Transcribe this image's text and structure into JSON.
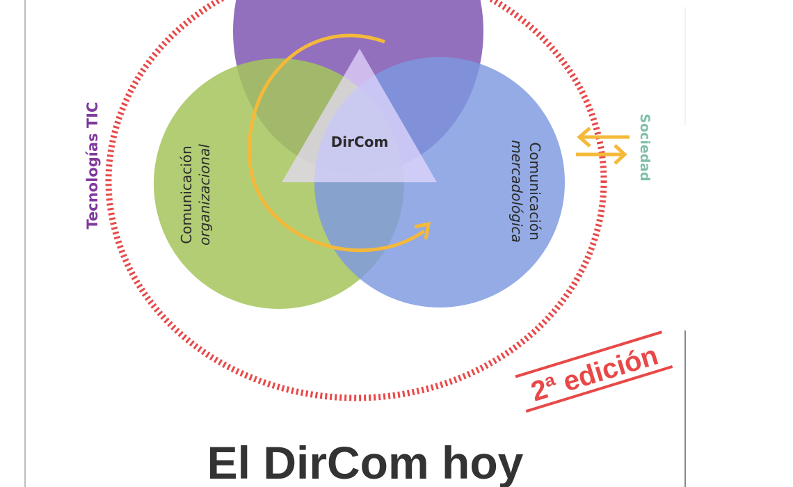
{
  "cover": {
    "title": "El DirCom hoy",
    "edition": "2ª edición",
    "center_label": "DirCom",
    "left_circle": {
      "line1": "Comunicación",
      "line2": "organizacional"
    },
    "right_circle": {
      "line1": "Comunicación",
      "line2": "mercadológica"
    },
    "left_side_label": "Tecnologías TIC",
    "right_side_label": "Sociedad"
  },
  "colors": {
    "purple": "#8a64b8",
    "green": "#a4c45c",
    "blue": "#7c98e0",
    "yellow": "#f5b93a",
    "red": "#e84848",
    "teal": "#7fbfa8",
    "title": "#333333"
  }
}
